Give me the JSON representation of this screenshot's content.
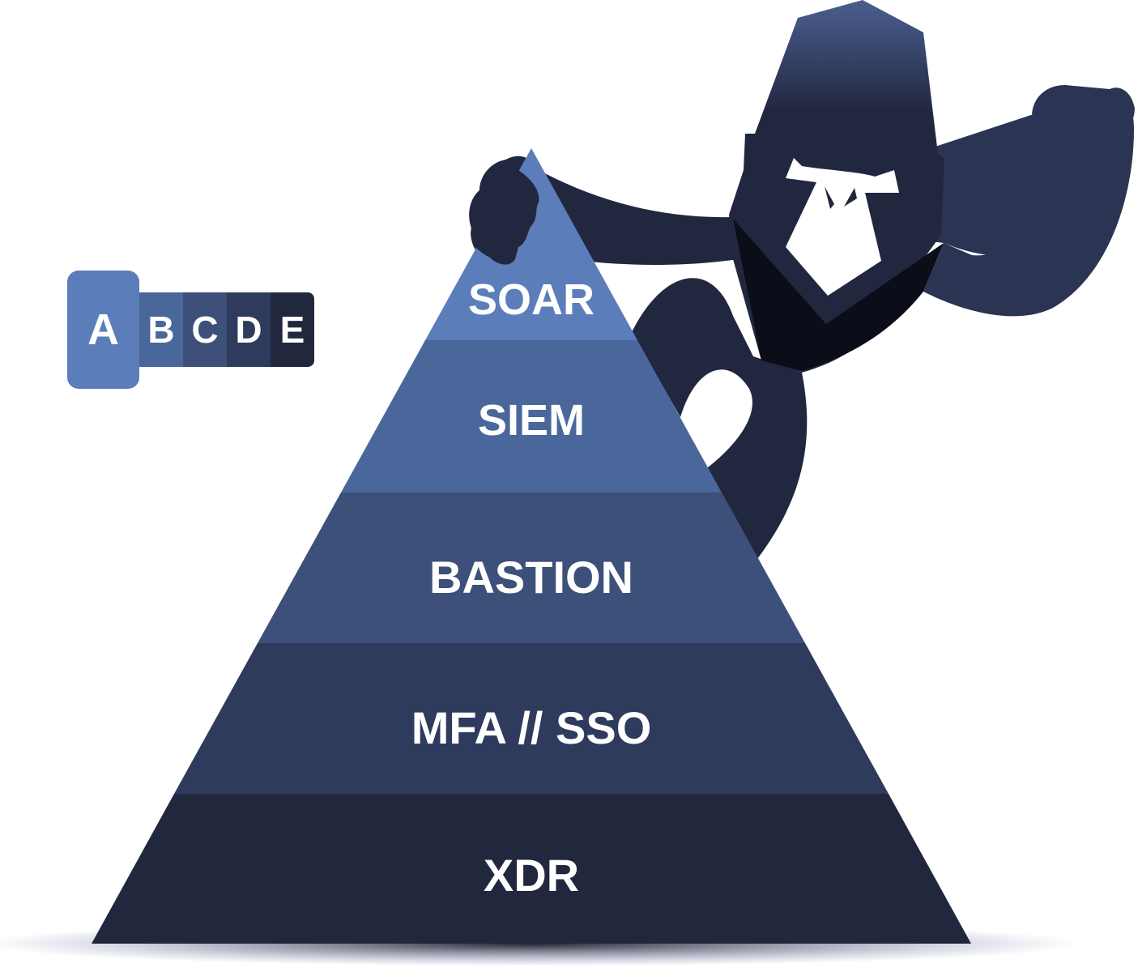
{
  "badge": {
    "letters": [
      "A",
      "B",
      "C",
      "D",
      "E"
    ],
    "colors": [
      "#5b7dba",
      "#4a679c",
      "#3d5079",
      "#2f3b5c",
      "#21273d"
    ]
  },
  "pyramid": {
    "layers": [
      {
        "label": "SOAR",
        "color": "#5b7dba"
      },
      {
        "label": "SIEM",
        "color": "#4a679c"
      },
      {
        "label": "BASTION",
        "color": "#3d5079"
      },
      {
        "label": "MFA // SSO",
        "color": "#2f3b5c"
      },
      {
        "label": "XDR",
        "color": "#21273d"
      }
    ]
  },
  "mascot": {
    "name": "gorilla-mascot",
    "color": "#222740"
  }
}
